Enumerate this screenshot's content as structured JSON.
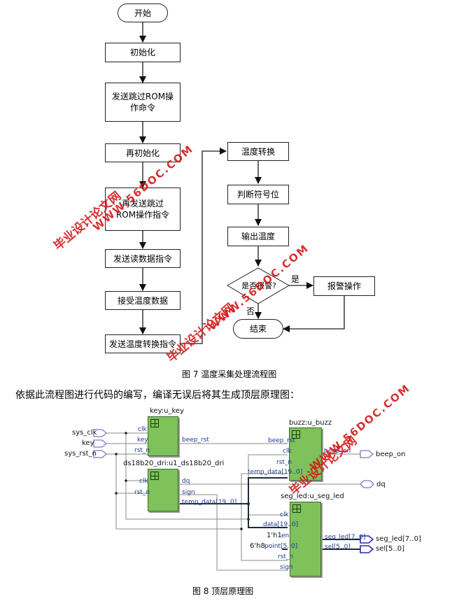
{
  "flowchart": {
    "caption": "图 7 温度采集处理流程图",
    "left_column": [
      {
        "id": "start",
        "label": "开始",
        "shape": "terminal"
      },
      {
        "id": "init",
        "label": "初始化",
        "shape": "process"
      },
      {
        "id": "skip_rom_1",
        "label": "发送跳过ROM操作命令",
        "shape": "process"
      },
      {
        "id": "reinit",
        "label": "再初始化",
        "shape": "process"
      },
      {
        "id": "skip_rom_2",
        "label": "再发送跳过ROM操作指令",
        "shape": "process"
      },
      {
        "id": "read_cmd",
        "label": "发送读数据指令",
        "shape": "process"
      },
      {
        "id": "recv_temp",
        "label": "接受温度数据",
        "shape": "process"
      },
      {
        "id": "convert_cmd",
        "label": "发送温度转换指令",
        "shape": "process"
      }
    ],
    "right_column": [
      {
        "id": "temp_convert",
        "label": "温度转换",
        "shape": "process"
      },
      {
        "id": "sign_bit",
        "label": "判断符号位",
        "shape": "process"
      },
      {
        "id": "output_temp",
        "label": "输出温度",
        "shape": "process"
      },
      {
        "id": "alarm_decision",
        "label": "是否报警?",
        "shape": "decision"
      },
      {
        "id": "alarm_op",
        "label": "报警操作",
        "shape": "process"
      },
      {
        "id": "end",
        "label": "结束",
        "shape": "terminal"
      }
    ],
    "branch_labels": {
      "yes": "是",
      "no": "否"
    }
  },
  "paragraph": "依据此流程图进行代码的编写，编译无误后将其生成顶层原理图：",
  "schematic": {
    "caption": "图 8 顶层原理图",
    "inputs": [
      "sys_clk",
      "key",
      "sys_rst_n"
    ],
    "outputs": [
      "beep_on",
      "seg_led[7..0]",
      "sel[5..0]"
    ],
    "bidir": [
      "dq"
    ],
    "blocks": [
      {
        "title": "key:u_key",
        "in_pins": [
          "clk",
          "key",
          "rst_n"
        ],
        "out_pins": [
          "beep_rst"
        ]
      },
      {
        "title": "ds18b20_dri:u1_ds18b20_dri",
        "in_pins": [
          "clk",
          "rst_n"
        ],
        "out_pins": [
          "dq",
          "sign",
          "temp_data[19..0]"
        ]
      },
      {
        "title": "buzz:u_buzz",
        "in_pins": [
          "beep_rst",
          "clk",
          "rst_n",
          "temp_data[19..0]"
        ],
        "out_pins": [
          "beep_on"
        ]
      },
      {
        "title": "seg_led:u_seg_led",
        "in_pins": [
          "clk",
          "data[19..0]",
          "en",
          "point[5..0]",
          "rst_n",
          "sign"
        ],
        "out_pins": [
          "seg_led[7..0]",
          "sel[5..0]"
        ]
      }
    ],
    "constants": {
      "en": "1'h1",
      "point": "6'h8"
    }
  },
  "watermarks": {
    "site_cn": "毕业设计论文网",
    "site_url": "WWW.56DOC.COM"
  },
  "colors": {
    "block_fill": "#7fc15a",
    "pin_label": "#1f3a8a",
    "watermark": "#d21a1a",
    "port_outline": "#5a5ab8"
  }
}
